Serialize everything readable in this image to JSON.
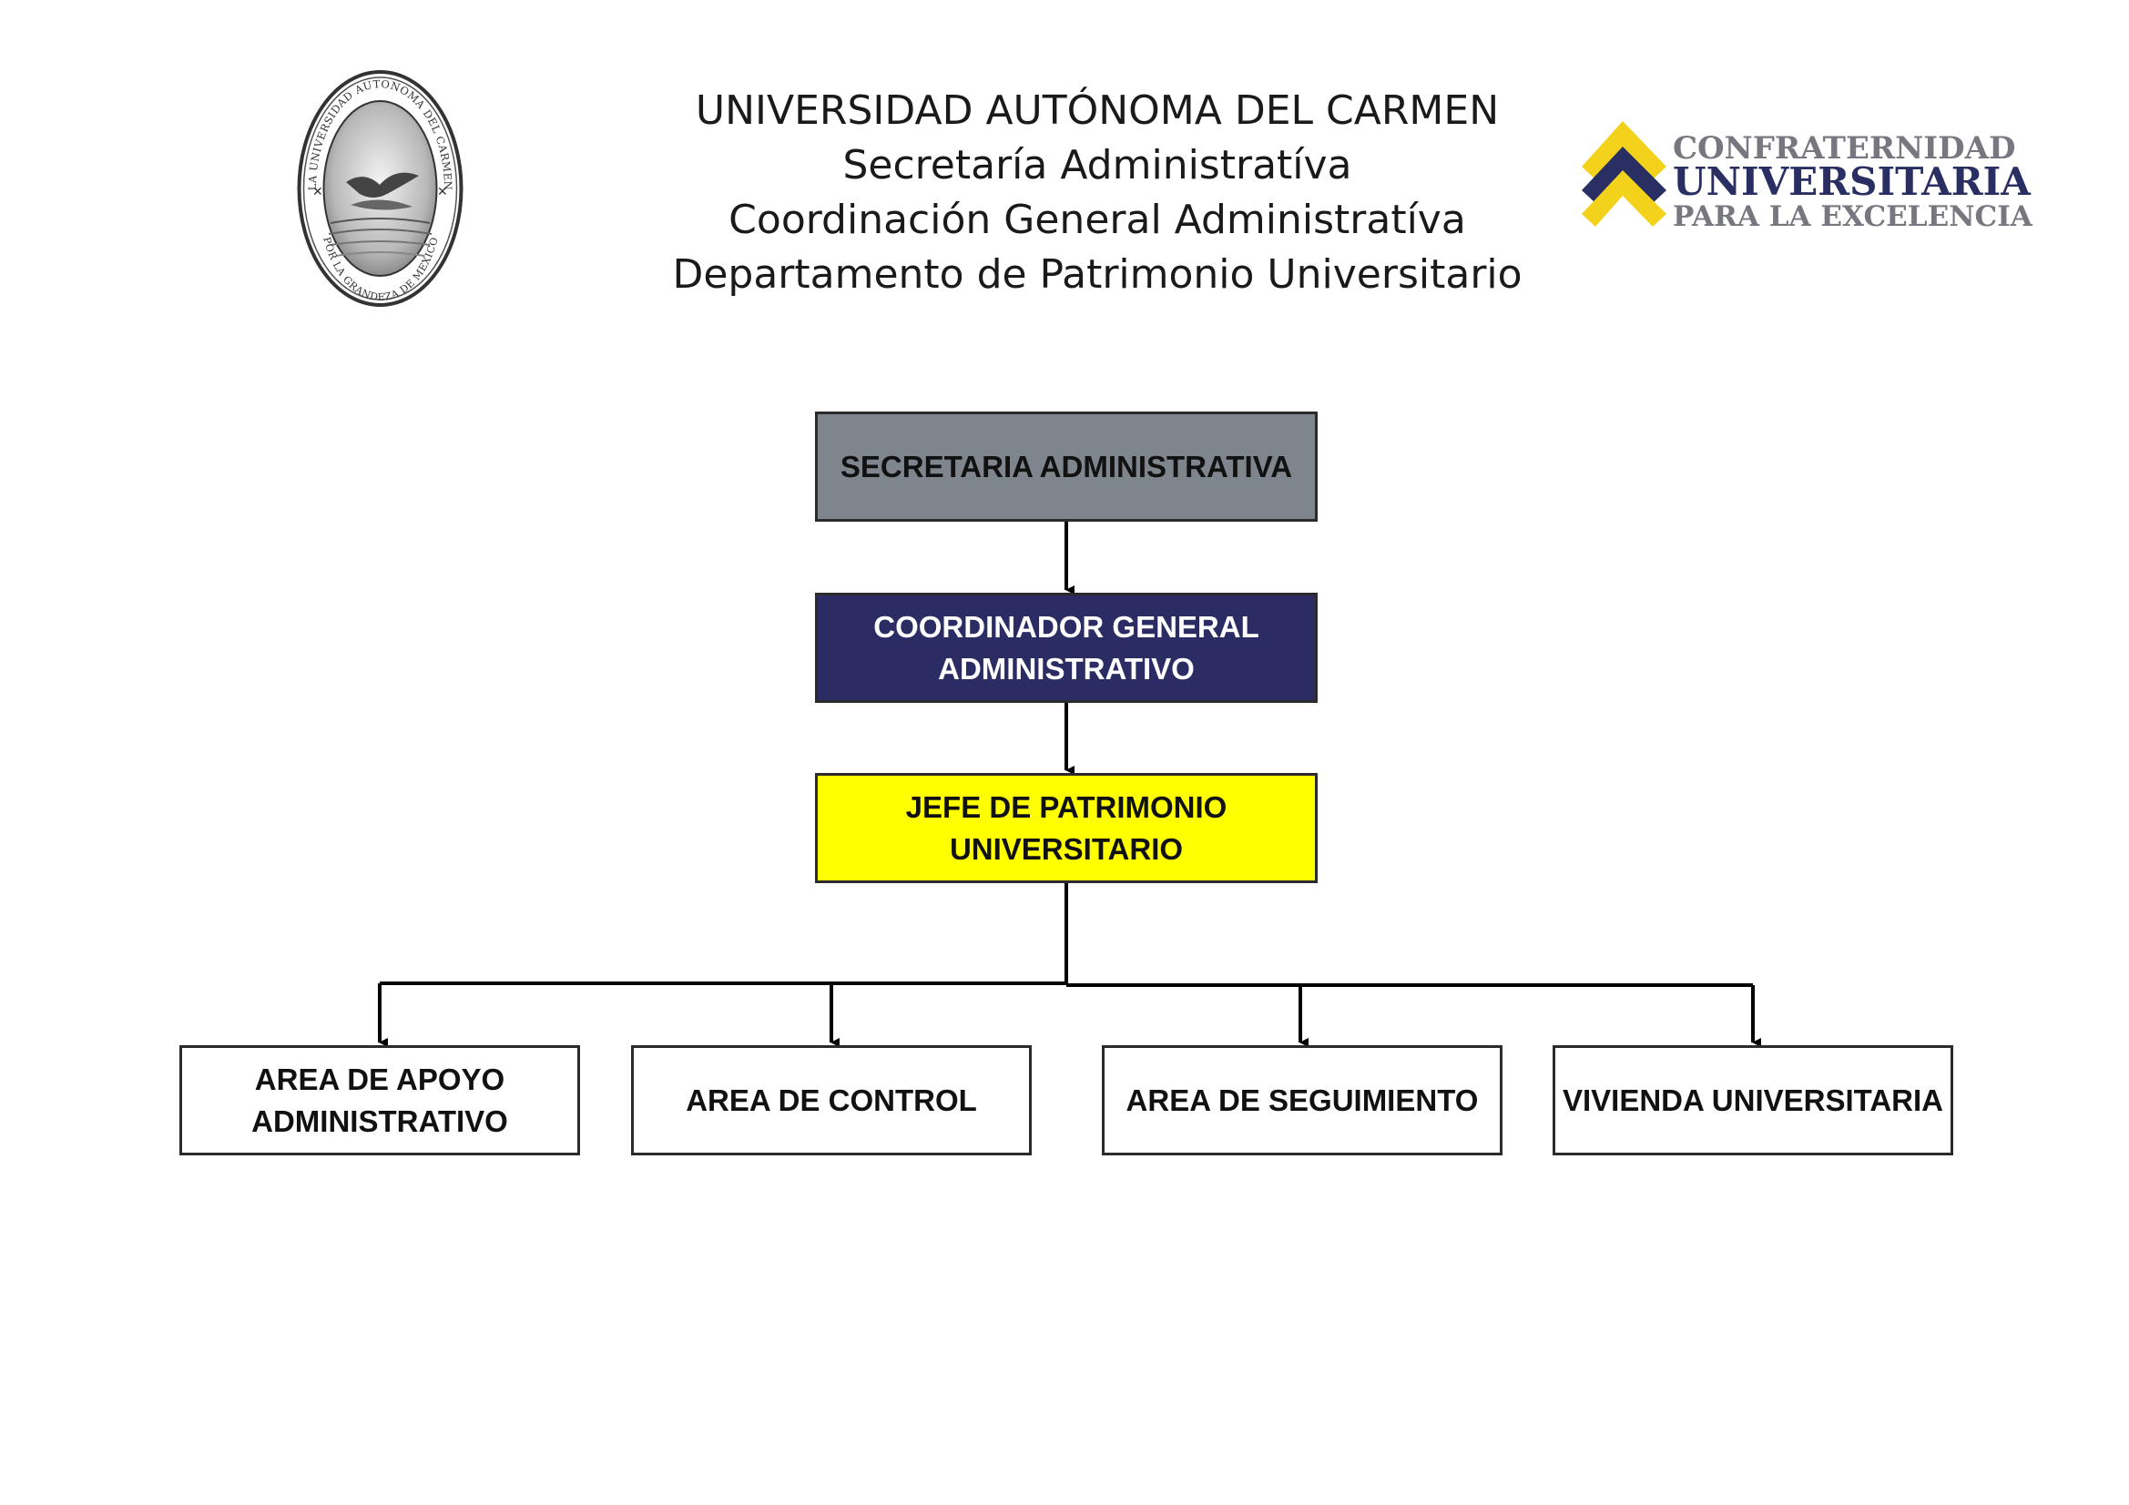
{
  "header": {
    "line1": "UNIVERSIDAD AUTÓNOMA DEL CARMEN",
    "line2": "Secretaría Administratíva",
    "line3": "Coordinación General Administratíva",
    "line4": "Departamento de Patrimonio Universitario"
  },
  "seal": {
    "icon": "university-seal-icon",
    "text_top": "LA UNIVERSIDAD AUTONOMA DEL CARMEN",
    "text_bottom": "POR LA GRANDEZA DE MEXICO"
  },
  "logo": {
    "icon": "chevron-logo-icon",
    "line1": "CONFRATERNIDAD",
    "line2": "UNIVERSITARIA",
    "line3": "PARA LA EXCELENCIA",
    "colors": {
      "navy": "#2a2f63",
      "yellow": "#f2d21b",
      "gray": "#777780"
    }
  },
  "org": {
    "secretaria": "SECRETARIA ADMINISTRATIVA",
    "coordinador": "COORDINADOR GENERAL\nADMINISTRATIVO",
    "jefe": "JEFE DE PATRIMONIO\nUNIVERSITARIO",
    "areas": [
      "AREA DE APOYO\nADMINISTRATIVO",
      "AREA DE CONTROL",
      "AREA DE SEGUIMIENTO",
      "VIVIENDA UNIVERSITARIA"
    ],
    "colors": {
      "secretaria": "#7f858c",
      "coordinador": "#2b2c63",
      "jefe": "#ffff00",
      "areas": "#ffffff"
    }
  }
}
